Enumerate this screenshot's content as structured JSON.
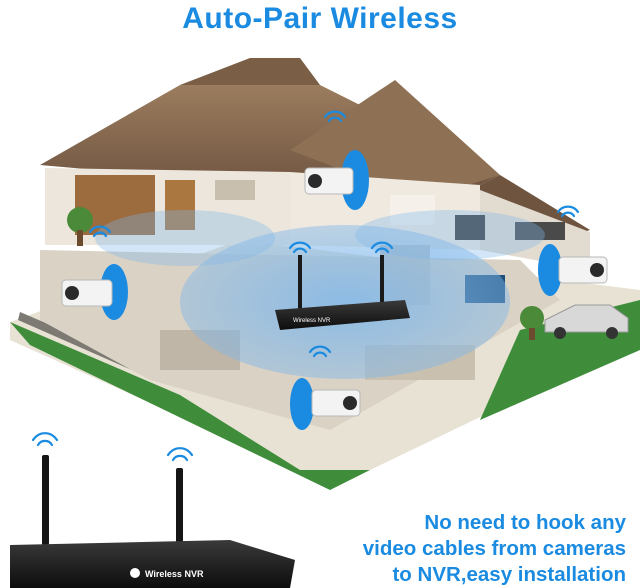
{
  "headline": "Auto-Pair Wireless",
  "device_label": "Wireless NVR",
  "caption": {
    "line1": "No need to hook any",
    "line2": "video cables from cameras",
    "line3": "to NVR,easy installation"
  },
  "colors": {
    "accent": "#1a8be0",
    "roof": "#8a6a4c",
    "lawn": "#3f8d3b",
    "wall": "#ece6dc",
    "coverage": "#7fb7ea"
  },
  "icons": [
    "wifi-icon",
    "camera-icon",
    "nvr-icon",
    "car-icon",
    "tree-icon"
  ]
}
